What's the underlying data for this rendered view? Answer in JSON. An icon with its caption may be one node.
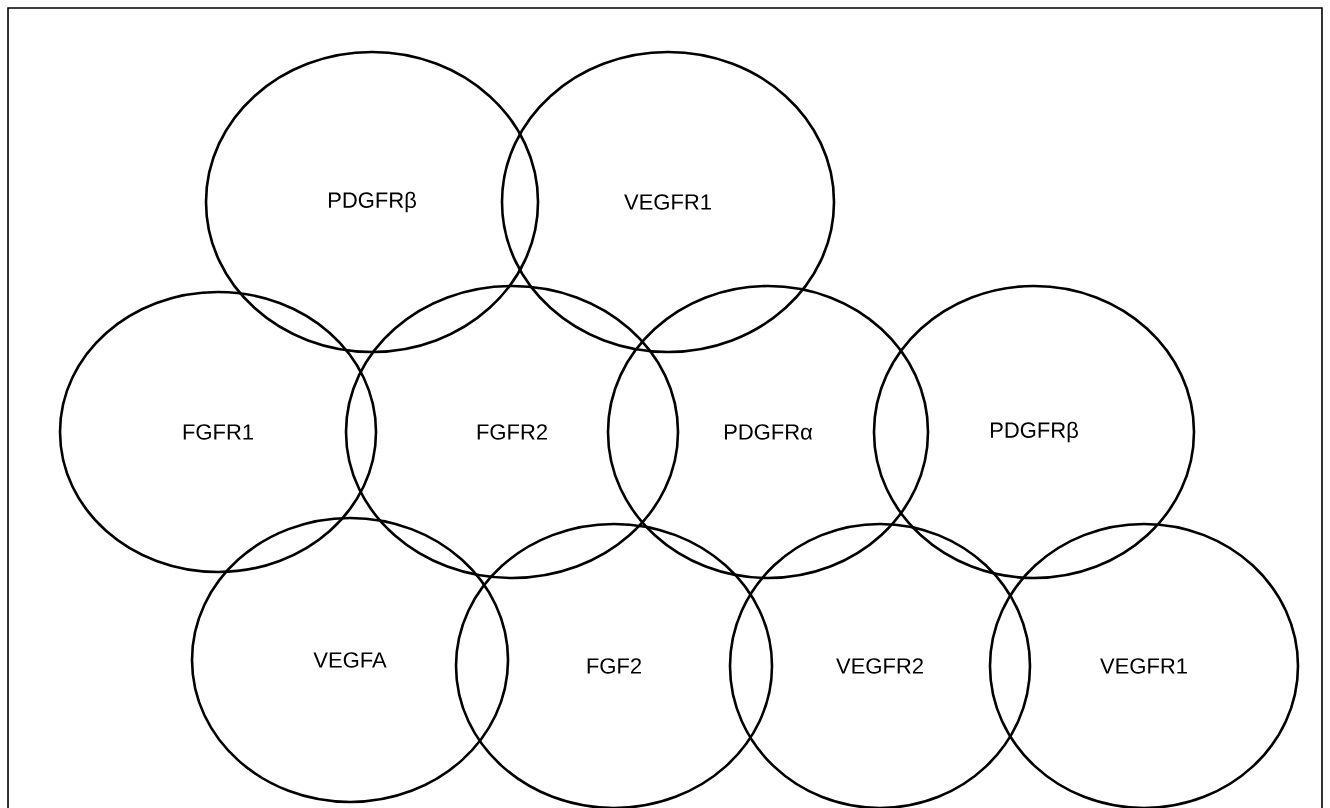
{
  "diagram": {
    "nodes": [
      {
        "text": [
          "PDGFRβ"
        ]
      },
      {
        "text": [
          "VEGFR1"
        ]
      },
      {
        "text": [
          "FGFR1"
        ]
      },
      {
        "text": [
          "FGFR2"
        ]
      },
      {
        "text": [
          "PDGFRα"
        ]
      },
      {
        "text": [
          "PDGFRβ"
        ]
      },
      {
        "text": [
          "VEGFA"
        ]
      },
      {
        "text": [
          "FGF2"
        ]
      },
      {
        "text": [
          "VEGFR2"
        ]
      },
      {
        "text": [
          "VEGFR1"
        ]
      }
    ]
  }
}
